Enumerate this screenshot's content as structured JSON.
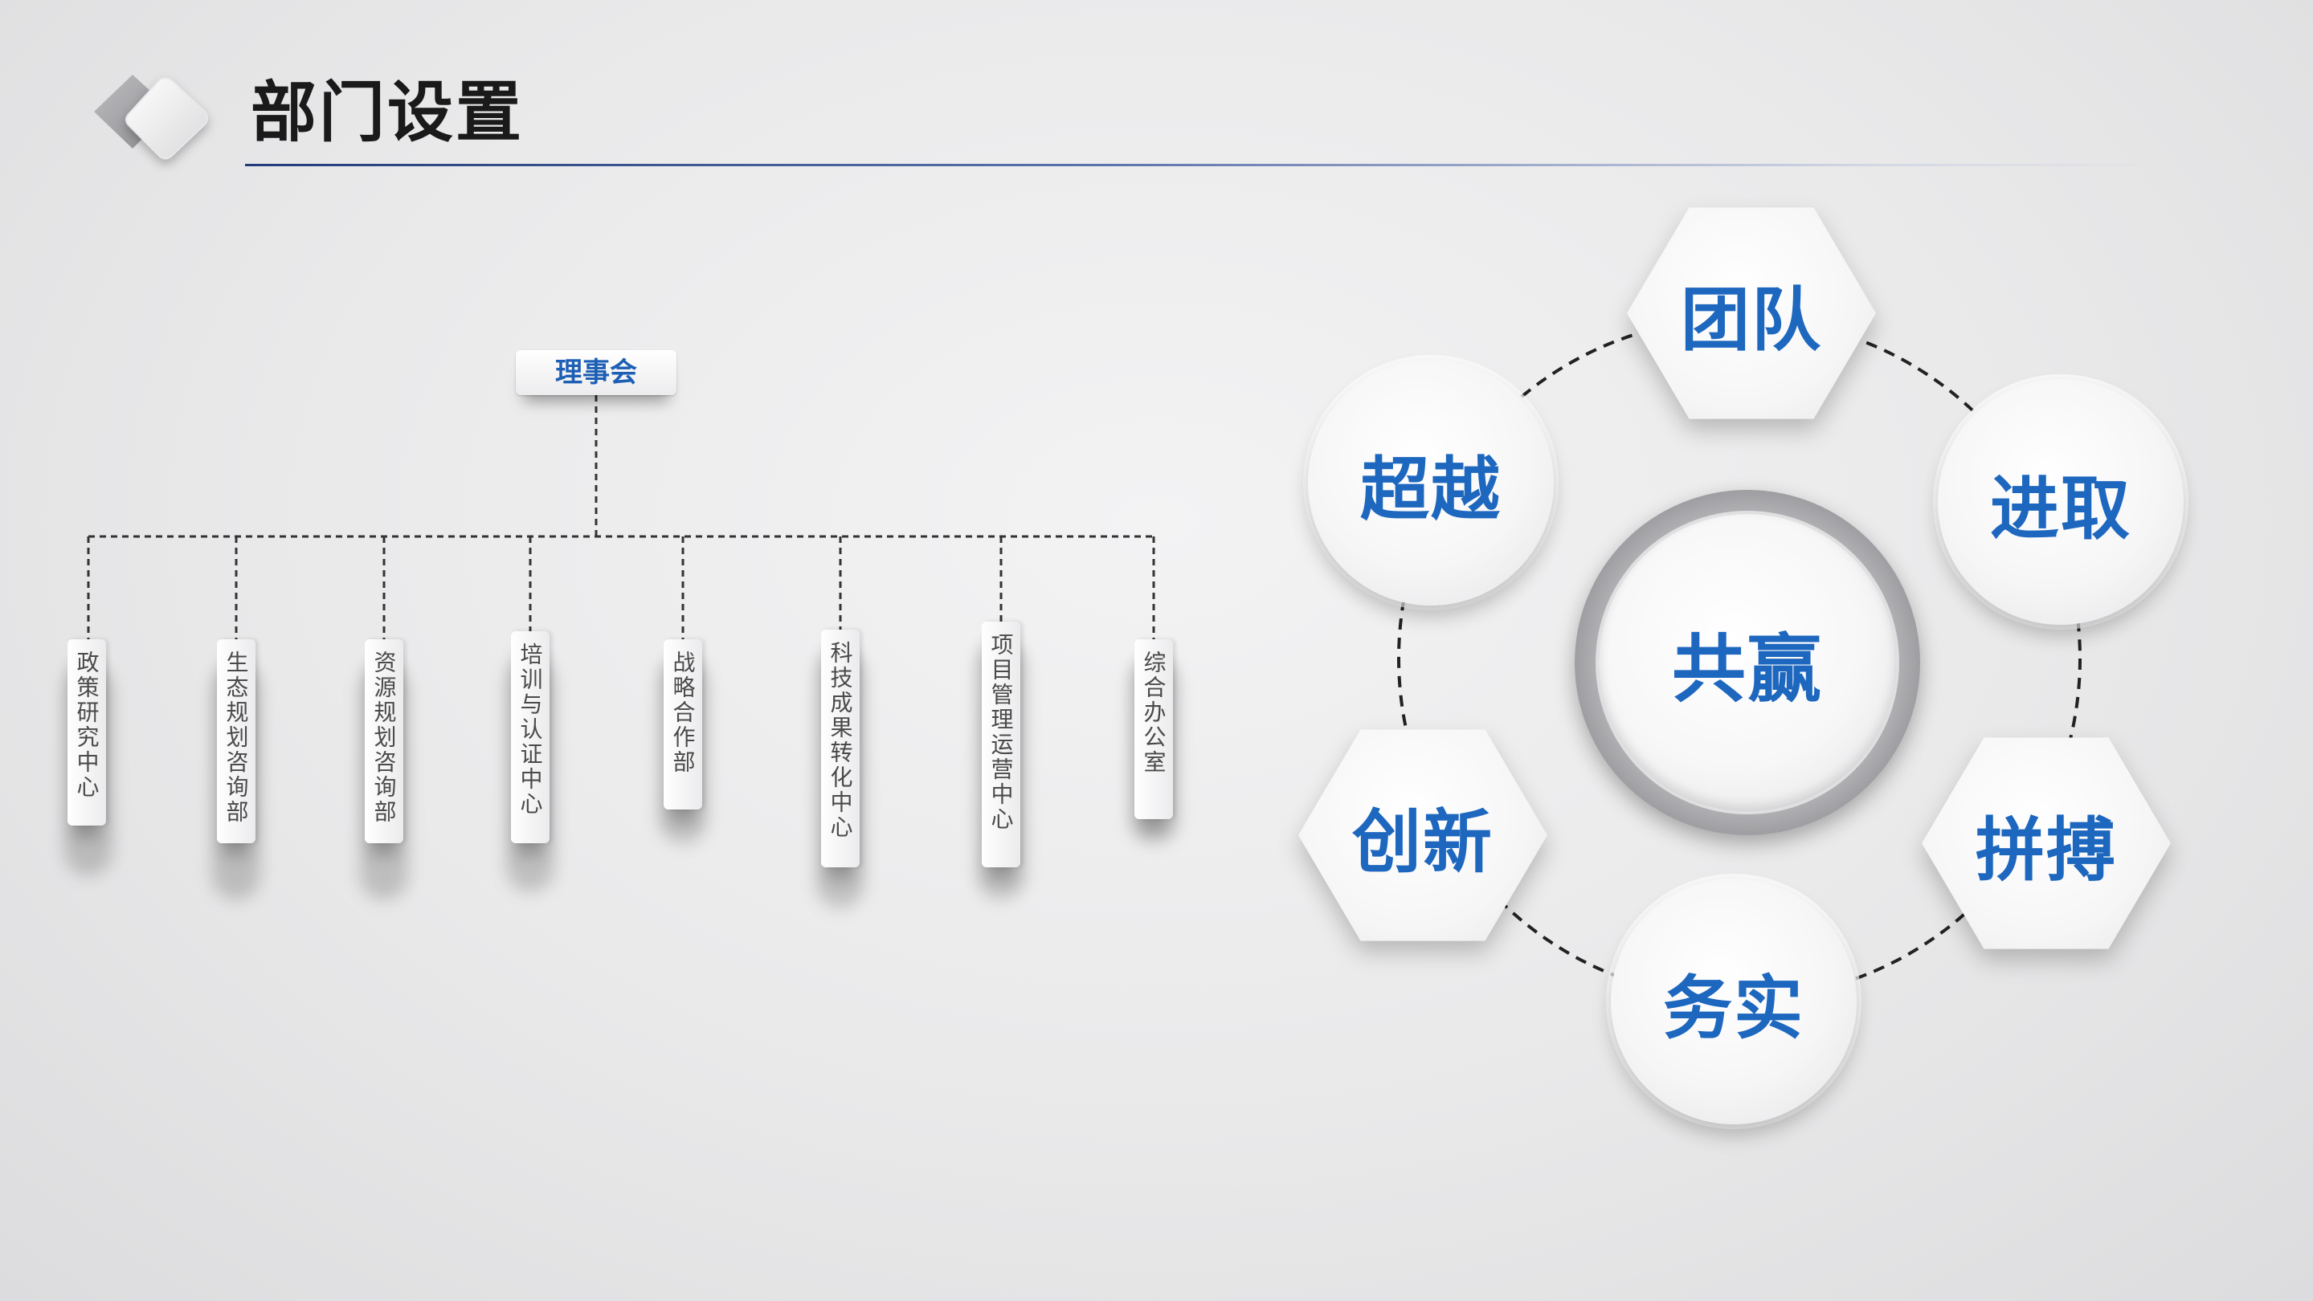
{
  "header": {
    "title": "部门设置",
    "logo_icon": "diamond-logo-icon"
  },
  "org_chart": {
    "root": "理事会",
    "departments": [
      "政策研究中心",
      "生态规划咨询部",
      "资源规划咨询部",
      "培训与认证中心",
      "战略合作部",
      "科技成果转化中心",
      "项目管理运营中心",
      "综合办公室"
    ]
  },
  "values": {
    "center": "共赢",
    "items": [
      "团队",
      "进取",
      "拼搏",
      "务实",
      "创新",
      "超越"
    ]
  },
  "colors": {
    "accent": "#1d67bf",
    "rule": "#243a7a",
    "text": "#1a1a1a"
  }
}
